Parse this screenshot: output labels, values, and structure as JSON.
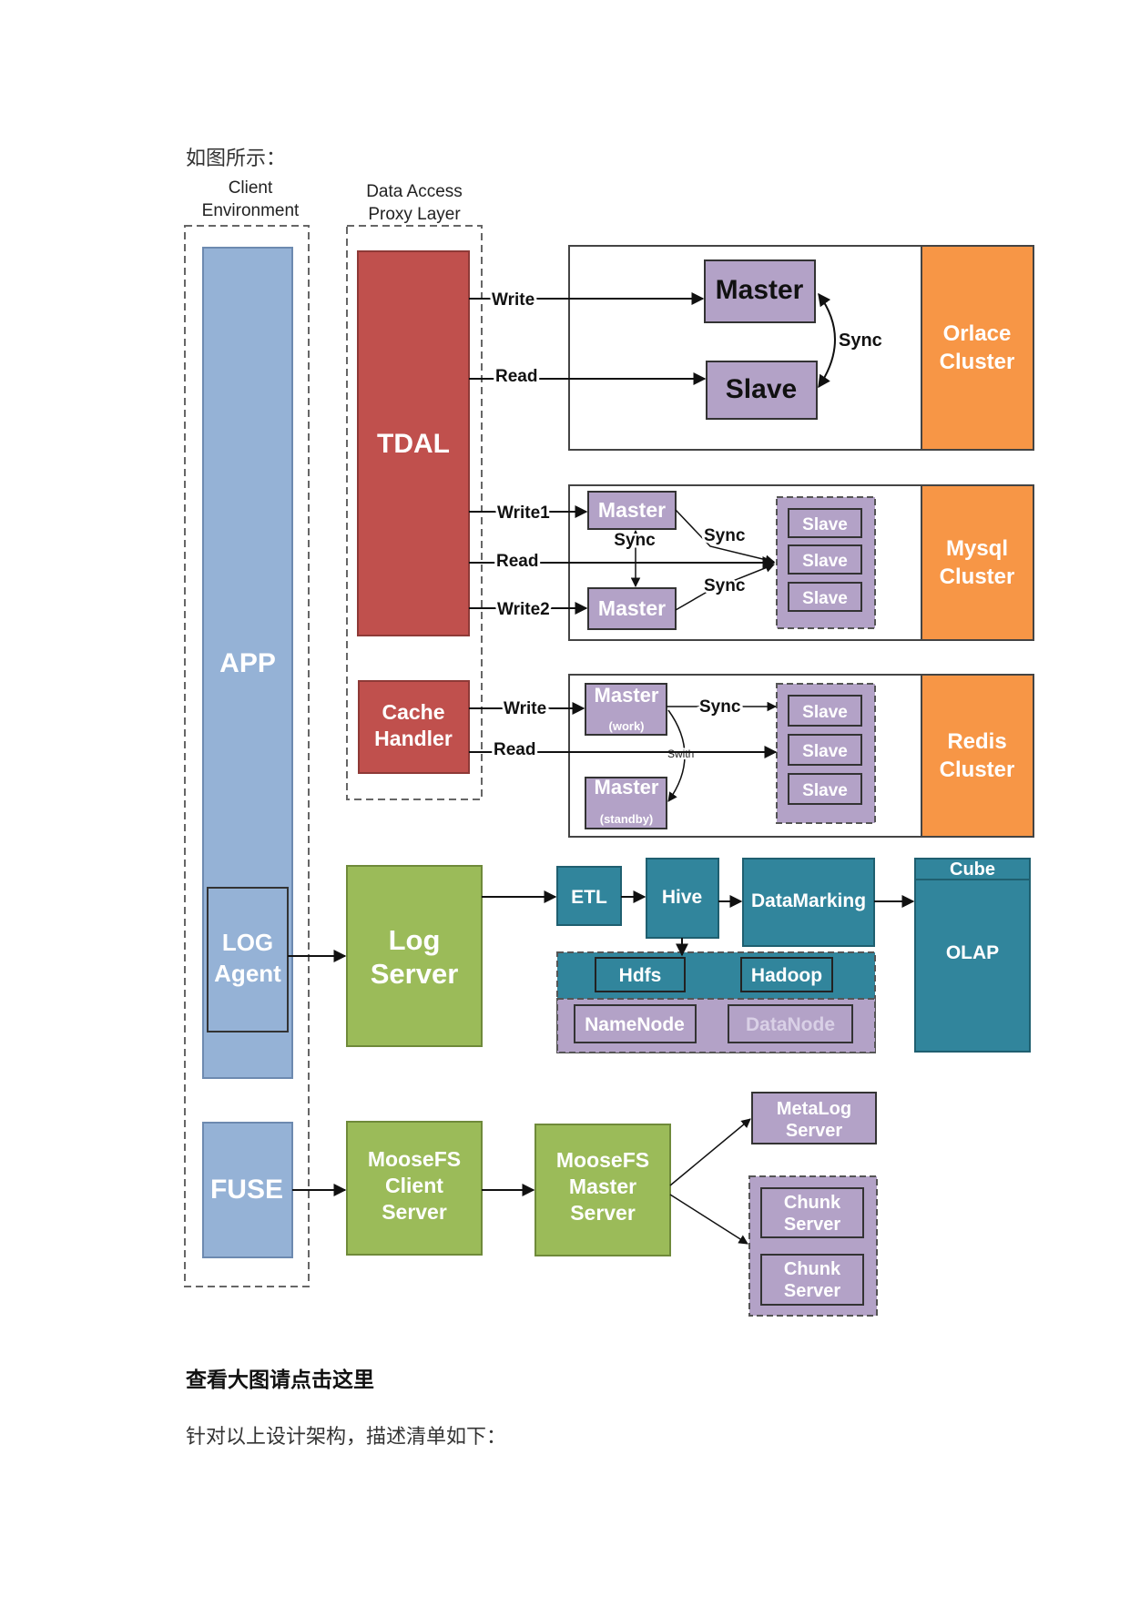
{
  "intro_text": "如图所示：",
  "link_text": "查看大图请点击这里",
  "desc_text": "针对以上设计架构，描述清单如下：",
  "colors": {
    "app_blue": "#95b2d6",
    "tdal_red": "#c0504d",
    "cluster_orange": "#f79646",
    "node_purple": "#b3a2c7",
    "green": "#9bbb59",
    "teal": "#31859c"
  },
  "diagram": {
    "client_env": {
      "line1": "Client",
      "line2": "Environment"
    },
    "proxy_layer": {
      "line1": "Data Access",
      "line2": "Proxy Layer"
    },
    "app": "APP",
    "log_agent": {
      "line1": "LOG",
      "line2": "Agent"
    },
    "fuse": "FUSE",
    "tdal": "TDAL",
    "cache_handler": {
      "line1": "Cache",
      "line2": "Handler"
    },
    "oracle": {
      "cluster": {
        "line1": "Orlace",
        "line2": "Cluster"
      },
      "master": "Master",
      "slave": "Slave",
      "sync": "Sync",
      "write": "Write",
      "read": "Read"
    },
    "mysql": {
      "cluster": {
        "line1": "Mysql",
        "line2": "Cluster"
      },
      "master1": "Master",
      "master2": "Master",
      "sync_mid": "Sync",
      "sync1": "Sync",
      "sync2": "Sync",
      "slaves": [
        "Slave",
        "Slave",
        "Slave"
      ],
      "write1": "Write1",
      "read": "Read",
      "write2": "Write2"
    },
    "redis": {
      "cluster": {
        "line1": "Redis",
        "line2": "Cluster"
      },
      "master_work": "Master",
      "work_note": "(work)",
      "master_standby": "Master",
      "standby_note": "(standby)",
      "sync": "Sync",
      "switch": "Swith",
      "slaves": [
        "Slave",
        "Slave",
        "Slave"
      ],
      "write": "Write",
      "read": "Read"
    },
    "log_server": {
      "line1": "Log",
      "line2": "Server"
    },
    "etl": "ETL",
    "hive": "Hive",
    "datamarking": "DataMarking",
    "cube": "Cube",
    "olap": "OLAP",
    "hdfs": "Hdfs",
    "hadoop": "Hadoop",
    "namenode": "NameNode",
    "datanode": "DataNode",
    "moosefs_client": {
      "line1": "MooseFS",
      "line2": "Client",
      "line3": "Server"
    },
    "moosefs_master": {
      "line1": "MooseFS",
      "line2": "Master",
      "line3": "Server"
    },
    "metalog": {
      "line1": "MetaLog",
      "line2": "Server"
    },
    "chunk1": {
      "line1": "Chunk",
      "line2": "Server"
    },
    "chunk2": {
      "line1": "Chunk",
      "line2": "Server"
    }
  }
}
